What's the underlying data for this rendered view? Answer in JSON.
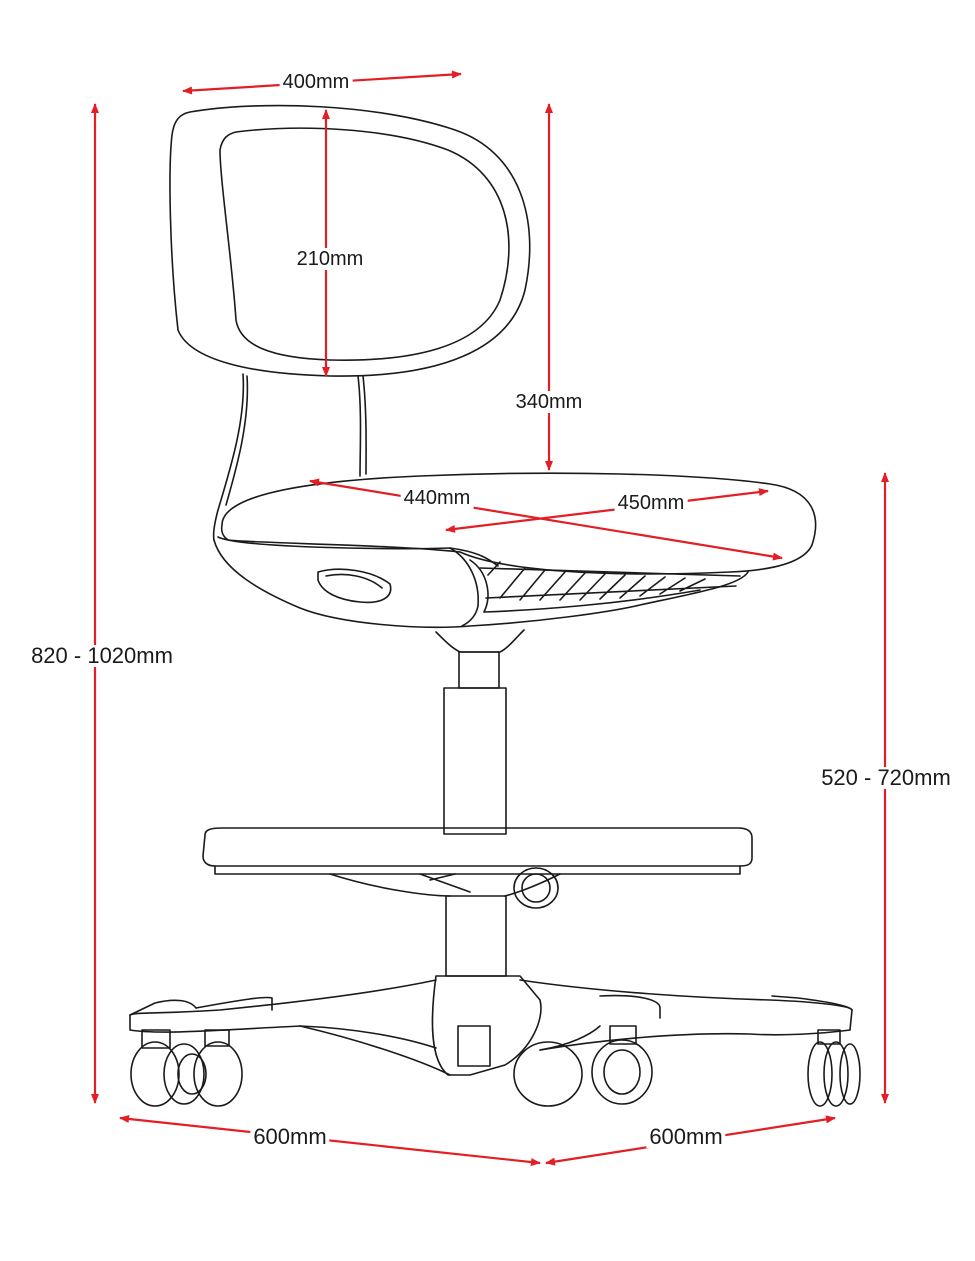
{
  "dimensions": {
    "backrest_width": "400mm",
    "backrest_height": "210mm",
    "back_above_seat": "340mm",
    "seat_depth": "440mm",
    "seat_width": "450mm",
    "total_height": "820 - 1020mm",
    "seat_height": "520 - 720mm",
    "base_left": "600mm",
    "base_right": "600mm"
  },
  "colors": {
    "dimension_line": "#e31e24",
    "drawing_line": "#1a1a1a",
    "background": "#ffffff"
  }
}
